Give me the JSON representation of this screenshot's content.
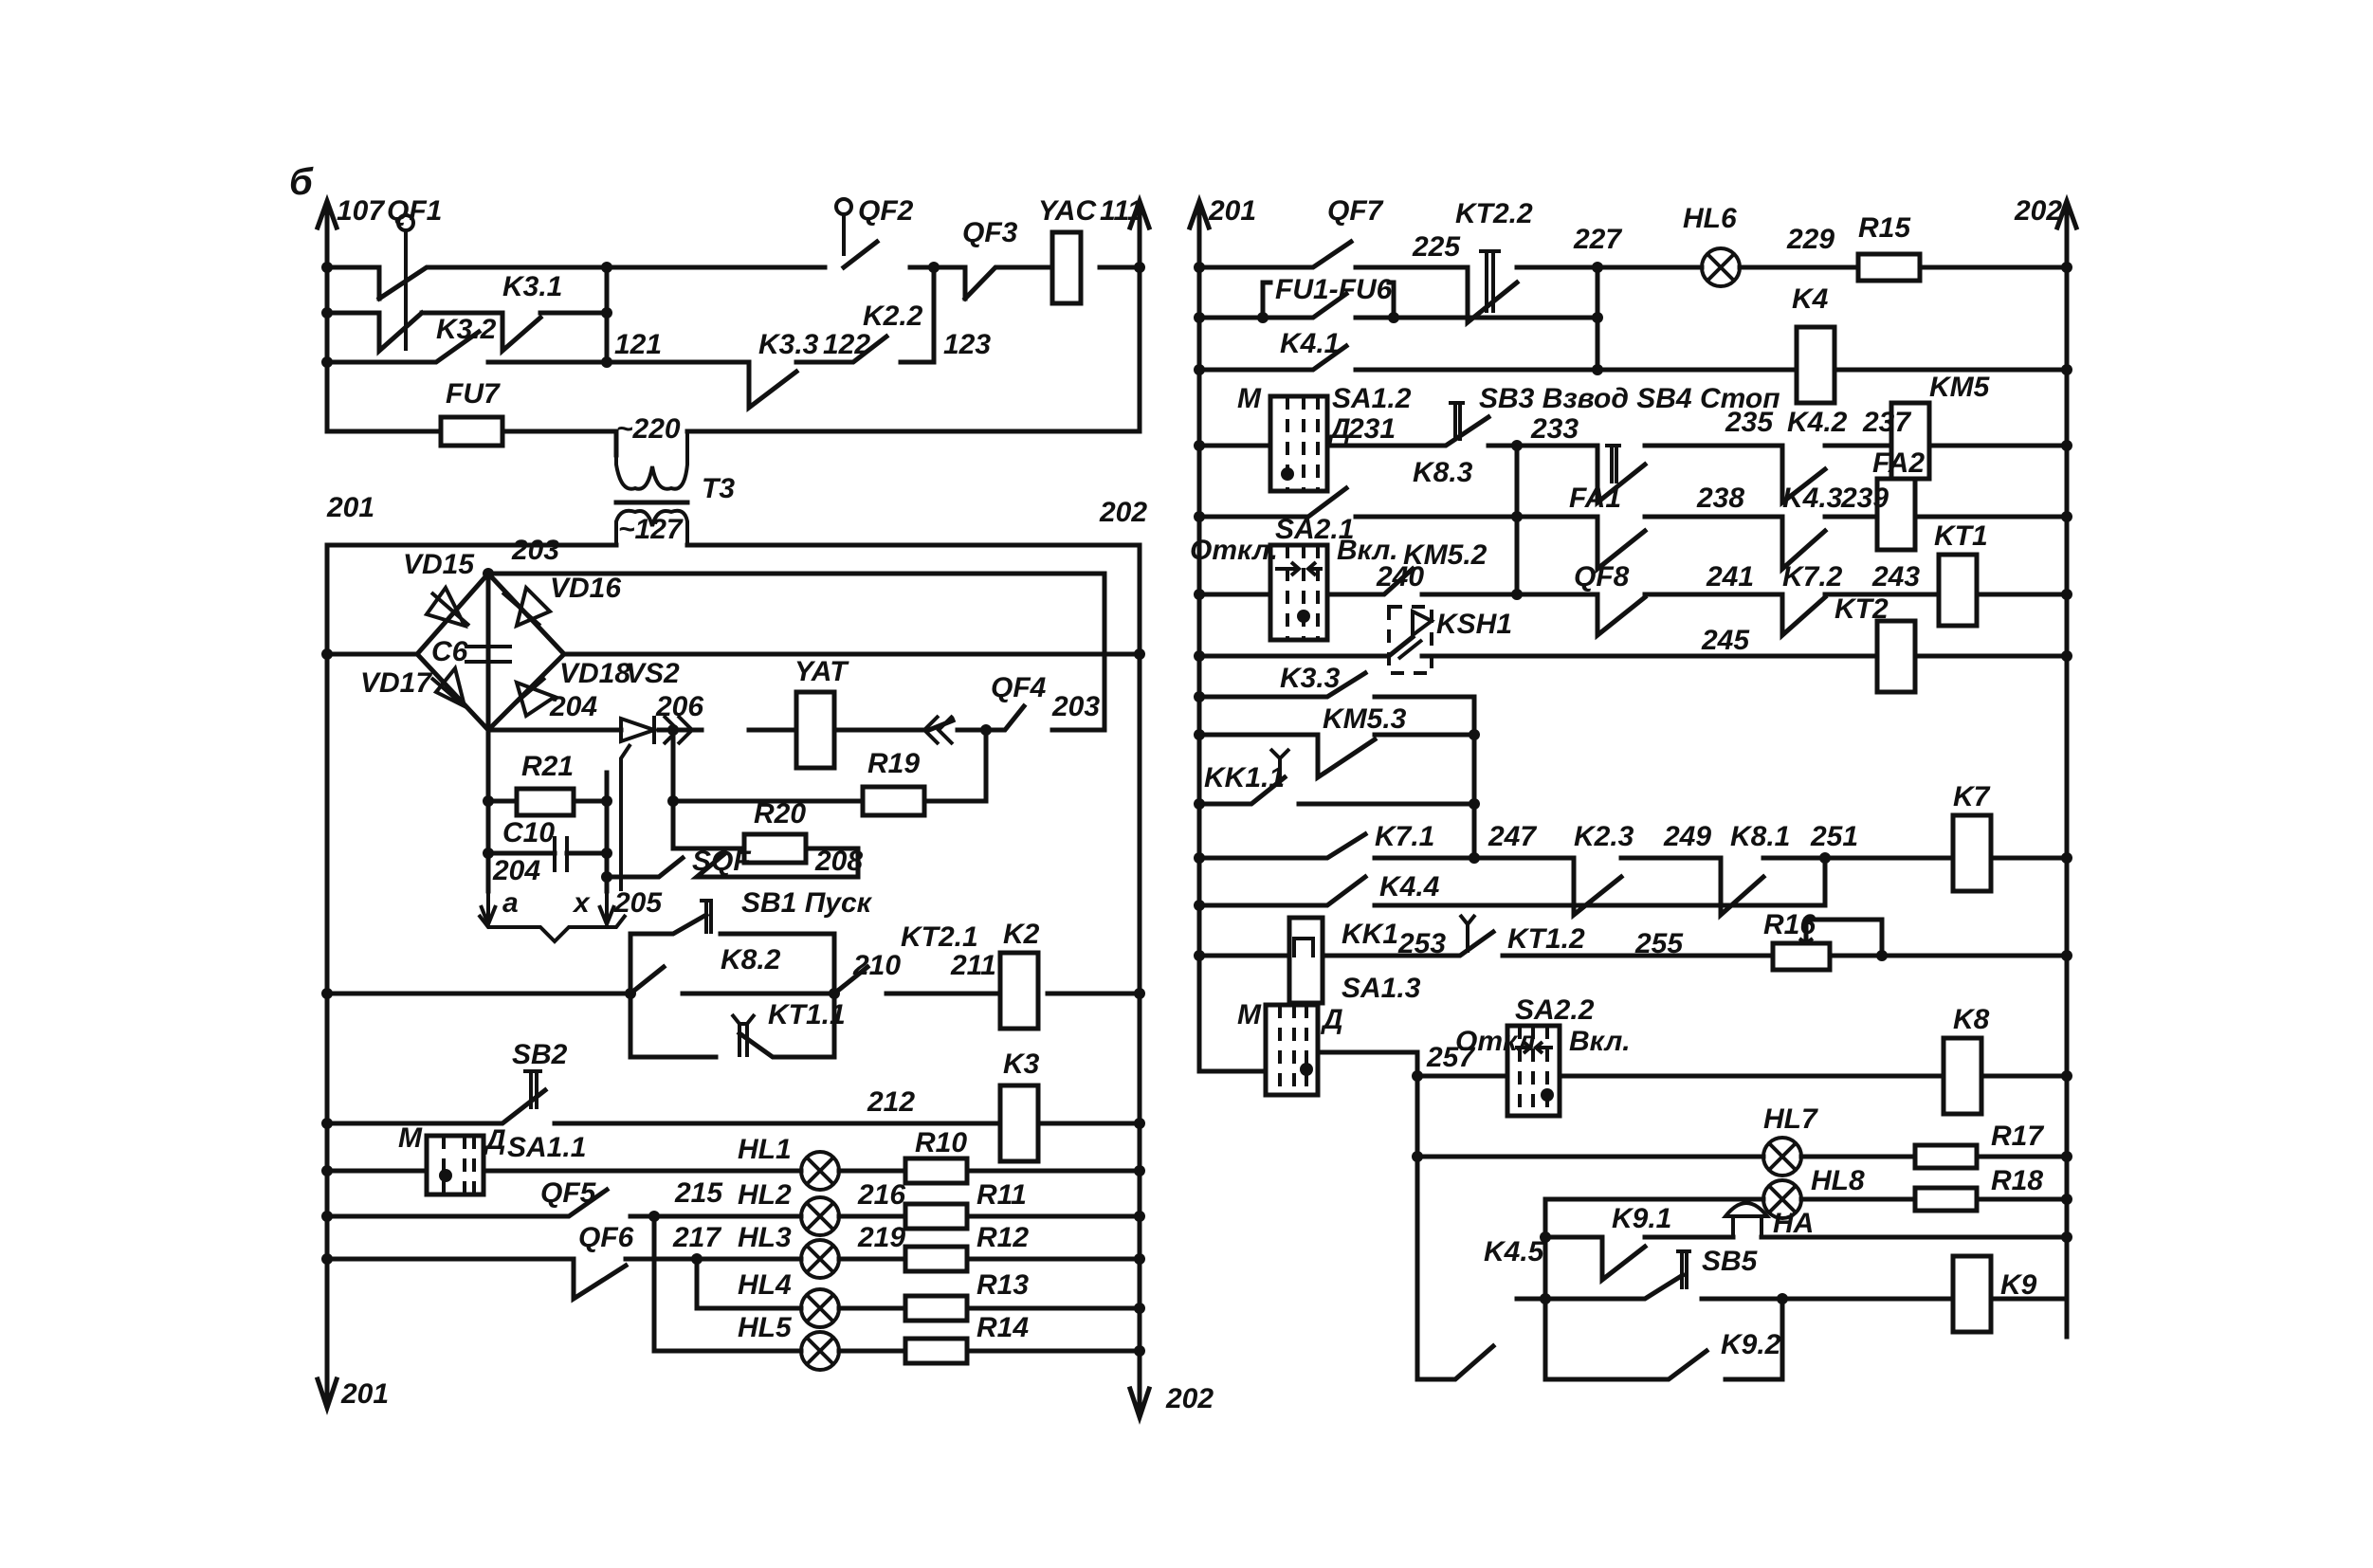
{
  "figure_letter": "б",
  "left_panel": {
    "bus_labels": {
      "top_left": "107",
      "top_right": "111",
      "mid_left": "201",
      "mid_right": "202",
      "bottom_left": "201",
      "bottom_right": "202"
    },
    "components": {
      "QF1": "QF1",
      "QF2": "QF2",
      "QF3": "QF3",
      "YAC": "YAC",
      "K3_1": "K3.1",
      "K3_2": "K3.2",
      "K3_3": "K3.3",
      "K2_2": "K2.2",
      "FU7": "FU7",
      "T3": "T3",
      "T3_primary": "~220",
      "T3_secondary": "~127",
      "VD15": "VD15",
      "VD16": "VD16",
      "VD17": "VD17",
      "VD18": "VD18",
      "VS2": "VS2",
      "C6": "C6",
      "YAT": "YAT",
      "QF4": "QF4",
      "R19": "R19",
      "R20": "R20",
      "R21": "R21",
      "C10": "C10",
      "SQF": "SQF",
      "SB1": "SB1 Пуск",
      "a": "a",
      "x": "x",
      "K8_2": "K8.2",
      "KT1_1": "KT1.1",
      "KT2_1": "KT2.1",
      "K2": "K2",
      "SB2": "SB2",
      "K3": "K3",
      "SA1_1": "SA1.1",
      "M": "M",
      "D": "Д",
      "QF5": "QF5",
      "QF6": "QF6",
      "HL1": "HL1",
      "HL2": "HL2",
      "HL3": "HL3",
      "HL4": "HL4",
      "HL5": "HL5",
      "R10": "R10",
      "R11": "R11",
      "R12": "R12",
      "R13": "R13",
      "R14": "R14"
    },
    "nodes": {
      "n121": "121",
      "n122": "122",
      "n123": "123",
      "n203a": "203",
      "n203b": "203",
      "n204a": "204",
      "n204b": "204",
      "n205": "205",
      "n206": "206",
      "n208": "208",
      "n210": "210",
      "n211": "211",
      "n212": "212",
      "n215": "215",
      "n216": "216",
      "n217": "217",
      "n219": "219"
    }
  },
  "right_panel": {
    "bus_labels": {
      "top_left": "201",
      "top_right": "202"
    },
    "components": {
      "QF7": "QF7",
      "KT2_2": "KT2.2",
      "HL6": "HL6",
      "R15": "R15",
      "FU1_FU6": "FU1-FU6",
      "K4_1": "K4.1",
      "K4": "K4",
      "M": "M",
      "D": "Д",
      "SA1_2": "SA1.2",
      "SB3_SB4": "SB3 Взвод SB4 Стоп",
      "K4_2": "K4.2",
      "KM5": "KM5",
      "FA2": "FA2",
      "K8_3": "K8.3",
      "FA1": "FA1",
      "K4_3": "K4.3",
      "KT1": "KT1",
      "Otkl": "Откл.",
      "Vkl": "Вкл.",
      "SA2_1": "SA2.1",
      "KM5_2": "KM5.2",
      "KSH1": "KSH1",
      "QF8": "QF8",
      "K7_2": "K7.2",
      "KT2": "KT2",
      "K3_3": "K3.3",
      "KM5_3": "KM5.3",
      "KK1_1": "KK1.1",
      "K7_1": "K7.1",
      "K2_3": "K2.3",
      "K8_1": "K8.1",
      "K7": "K7",
      "K4_4": "K4.4",
      "KK1": "KK1",
      "SA1_3": "SA1.3",
      "KT1_2": "KT1.2",
      "R16": "R16",
      "M2": "M",
      "D2": "Д",
      "SA2_2": "SA2.2",
      "Otkl2": "Откл.",
      "Vkl2": "Вкл.",
      "K8": "K8",
      "HL7": "HL7",
      "R17": "R17",
      "HL8": "HL8",
      "R18": "R18",
      "HA": "HA",
      "K9_1": "K9.1",
      "SB5": "SB5",
      "K4_5": "K4.5",
      "K9_2": "K9.2",
      "K9": "K9"
    },
    "nodes": {
      "n225": "225",
      "n227": "227",
      "n229": "229",
      "n231": "231",
      "n233": "233",
      "n235": "235",
      "n237": "237",
      "n238": "238",
      "n239": "239",
      "n240": "240",
      "n241": "241",
      "n243": "243",
      "n245": "245",
      "n247": "247",
      "n249": "249",
      "n251": "251",
      "n253": "253",
      "n255": "255",
      "n257": "257"
    }
  }
}
